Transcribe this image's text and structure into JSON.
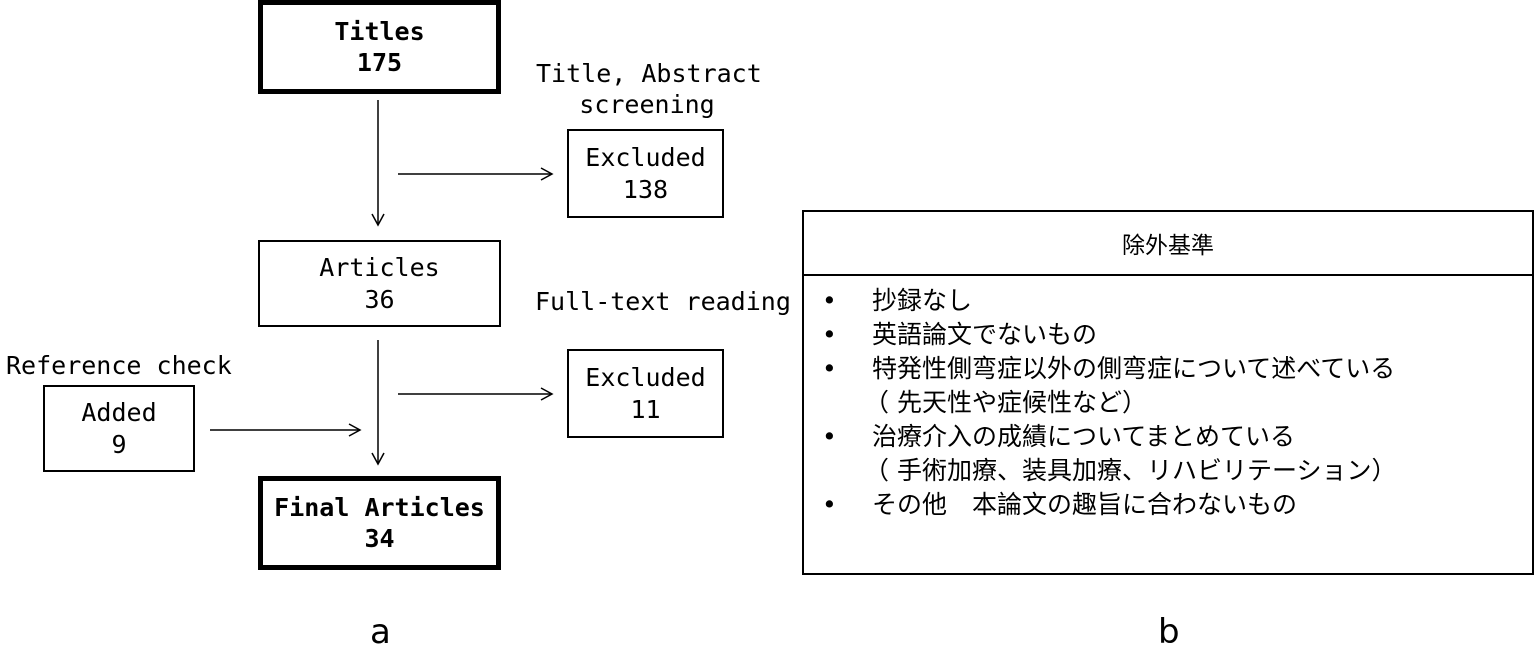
{
  "flowchart": {
    "titles": {
      "label": "Titles",
      "count": "175"
    },
    "screening_label": {
      "line1": "Title, Abstract",
      "line2": "screening"
    },
    "excluded_1": {
      "label": "Excluded",
      "count": "138"
    },
    "articles": {
      "label": "Articles",
      "count": "36"
    },
    "fulltext_label": "Full-text reading",
    "excluded_2": {
      "label": "Excluded",
      "count": "11"
    },
    "reference_label": "Reference check",
    "added": {
      "label": "Added",
      "count": "9"
    },
    "final": {
      "label": "Final Articles",
      "count": "34"
    },
    "panel_letter": "a"
  },
  "criteria": {
    "heading": "除外基準",
    "bullet": "•",
    "items": [
      {
        "text": "抄録なし",
        "sub": ""
      },
      {
        "text": "英語論文でないもの",
        "sub": ""
      },
      {
        "text": "特発性側弯症以外の側弯症について述べている",
        "sub": "（ 先天性や症候性など）"
      },
      {
        "text": "治療介入の成績についてまとめている",
        "sub": "（ 手術加療、装具加療、リハビリテーション）"
      },
      {
        "text": "その他　本論文の趣旨に合わないもの",
        "sub": ""
      }
    ],
    "panel_letter": "b"
  }
}
